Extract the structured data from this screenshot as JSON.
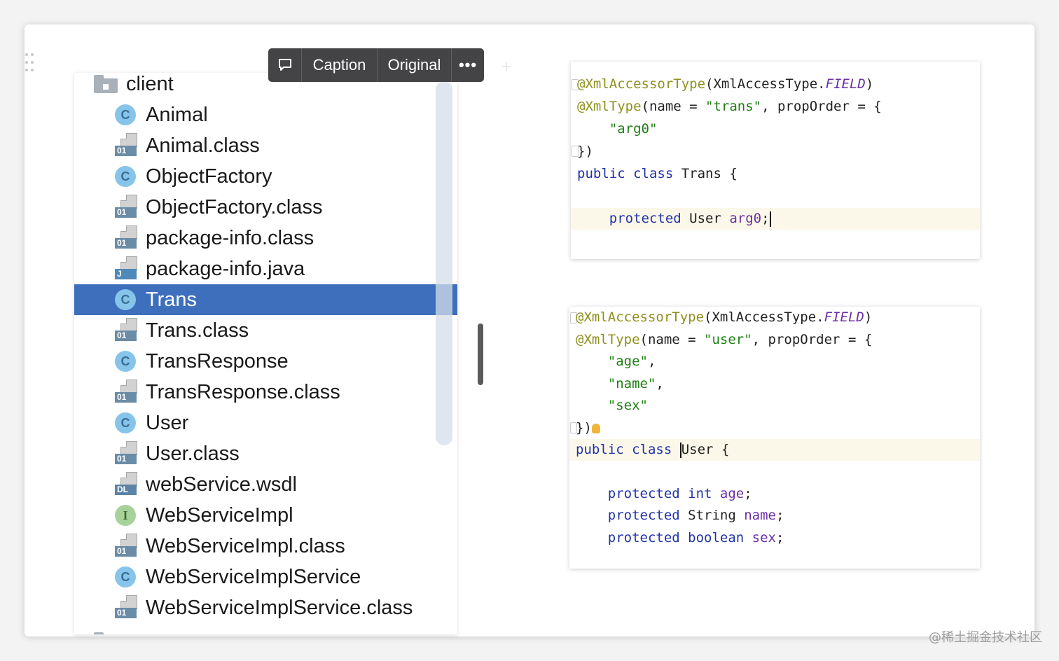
{
  "toolbar": {
    "comment_icon": "speech-bubble-icon",
    "caption_label": "Caption",
    "original_label": "Original",
    "more_label": "•••"
  },
  "tree": {
    "folder": "client",
    "items": [
      {
        "label": "Animal",
        "icon": "class-icon",
        "tag": ""
      },
      {
        "label": "Animal.class",
        "icon": "binary-file-icon",
        "tag": "01"
      },
      {
        "label": "ObjectFactory",
        "icon": "class-icon",
        "tag": ""
      },
      {
        "label": "ObjectFactory.class",
        "icon": "binary-file-icon",
        "tag": "01"
      },
      {
        "label": "package-info.class",
        "icon": "binary-file-icon",
        "tag": "01"
      },
      {
        "label": "package-info.java",
        "icon": "java-file-icon",
        "tag": "J"
      },
      {
        "label": "Trans",
        "icon": "class-icon",
        "tag": "",
        "selected": true
      },
      {
        "label": "Trans.class",
        "icon": "binary-file-icon",
        "tag": "01"
      },
      {
        "label": "TransResponse",
        "icon": "class-icon",
        "tag": ""
      },
      {
        "label": "TransResponse.class",
        "icon": "binary-file-icon",
        "tag": "01"
      },
      {
        "label": "User",
        "icon": "class-icon",
        "tag": ""
      },
      {
        "label": "User.class",
        "icon": "binary-file-icon",
        "tag": "01"
      },
      {
        "label": "webService.wsdl",
        "icon": "wsdl-file-icon",
        "tag": "DL"
      },
      {
        "label": "WebServiceImpl",
        "icon": "interface-icon",
        "tag": ""
      },
      {
        "label": "WebServiceImpl.class",
        "icon": "binary-file-icon",
        "tag": "01"
      },
      {
        "label": "WebServiceImplService",
        "icon": "class-icon",
        "tag": ""
      },
      {
        "label": "WebServiceImplService.class",
        "icon": "binary-file-icon",
        "tag": "01"
      }
    ],
    "class_letter": "C",
    "interface_letter": "I"
  },
  "code1": {
    "l1": {
      "a": "@XmlAccessorType",
      "b": "(XmlAccessType.",
      "c": "FIELD",
      "d": ")"
    },
    "l2": {
      "a": "@XmlType",
      "b": "(name = ",
      "c": "\"trans\"",
      "d": ", propOrder = {"
    },
    "l3": {
      "a": "\"arg0\""
    },
    "l4": {
      "a": "})"
    },
    "l5": {
      "a": "public class ",
      "b": "Trans {"
    },
    "l7": {
      "a": "protected ",
      "b": "User ",
      "c": "arg0",
      "d": ";"
    }
  },
  "code2": {
    "l1": {
      "a": "@XmlAccessorType",
      "b": "(XmlAccessType.",
      "c": "FIELD",
      "d": ")"
    },
    "l2": {
      "a": "@XmlType",
      "b": "(name = ",
      "c": "\"user\"",
      "d": ", propOrder = {"
    },
    "l3": {
      "a": "\"age\"",
      "b": ","
    },
    "l4": {
      "a": "\"name\"",
      "b": ","
    },
    "l5": {
      "a": "\"sex\""
    },
    "l6": {
      "a": "})"
    },
    "l7": {
      "a": "public class ",
      "b": "User",
      "c": " {"
    },
    "l9": {
      "a": "protected int ",
      "b": "age",
      "c": ";"
    },
    "l10": {
      "a": "protected ",
      "b": "String ",
      "c": "name",
      "d": ";"
    },
    "l11": {
      "a": "protected boolean ",
      "b": "sex",
      "c": ";"
    }
  },
  "watermark": "@稀土掘金技术社区"
}
